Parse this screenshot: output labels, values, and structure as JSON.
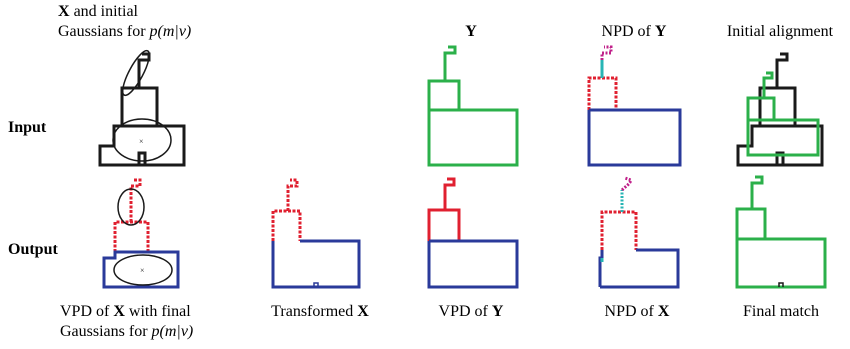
{
  "rows": {
    "input": "Input",
    "output": "Output"
  },
  "captions": {
    "top_x": {
      "bold": "X",
      "rest": " and initial"
    },
    "top_x_line2": {
      "text": "Gaussians for ",
      "math": "p(m|v)"
    },
    "top_y": {
      "bold": "Y"
    },
    "top_npd_y": {
      "pre": "NPD of ",
      "bold": "Y"
    },
    "top_initial": "Initial alignment",
    "bot_vpd_x": {
      "pre": "VPD of ",
      "bold": "X",
      "rest": " with final"
    },
    "bot_vpd_x_line2": {
      "text": "Gaussians for ",
      "math": "p(m|v)"
    },
    "bot_transformed": {
      "pre": "Transformed ",
      "bold": "X"
    },
    "bot_vpd_y": {
      "pre": "VPD of ",
      "bold": "Y"
    },
    "bot_npd_x": {
      "pre": "NPD of ",
      "bold": "X"
    },
    "bot_final": "Final match"
  },
  "colors": {
    "black": "#1a1a1a",
    "green": "#2bb04a",
    "red": "#e02030",
    "blue": "#2a3a9a",
    "cyan": "#27b5b5",
    "magenta": "#c0208a"
  }
}
